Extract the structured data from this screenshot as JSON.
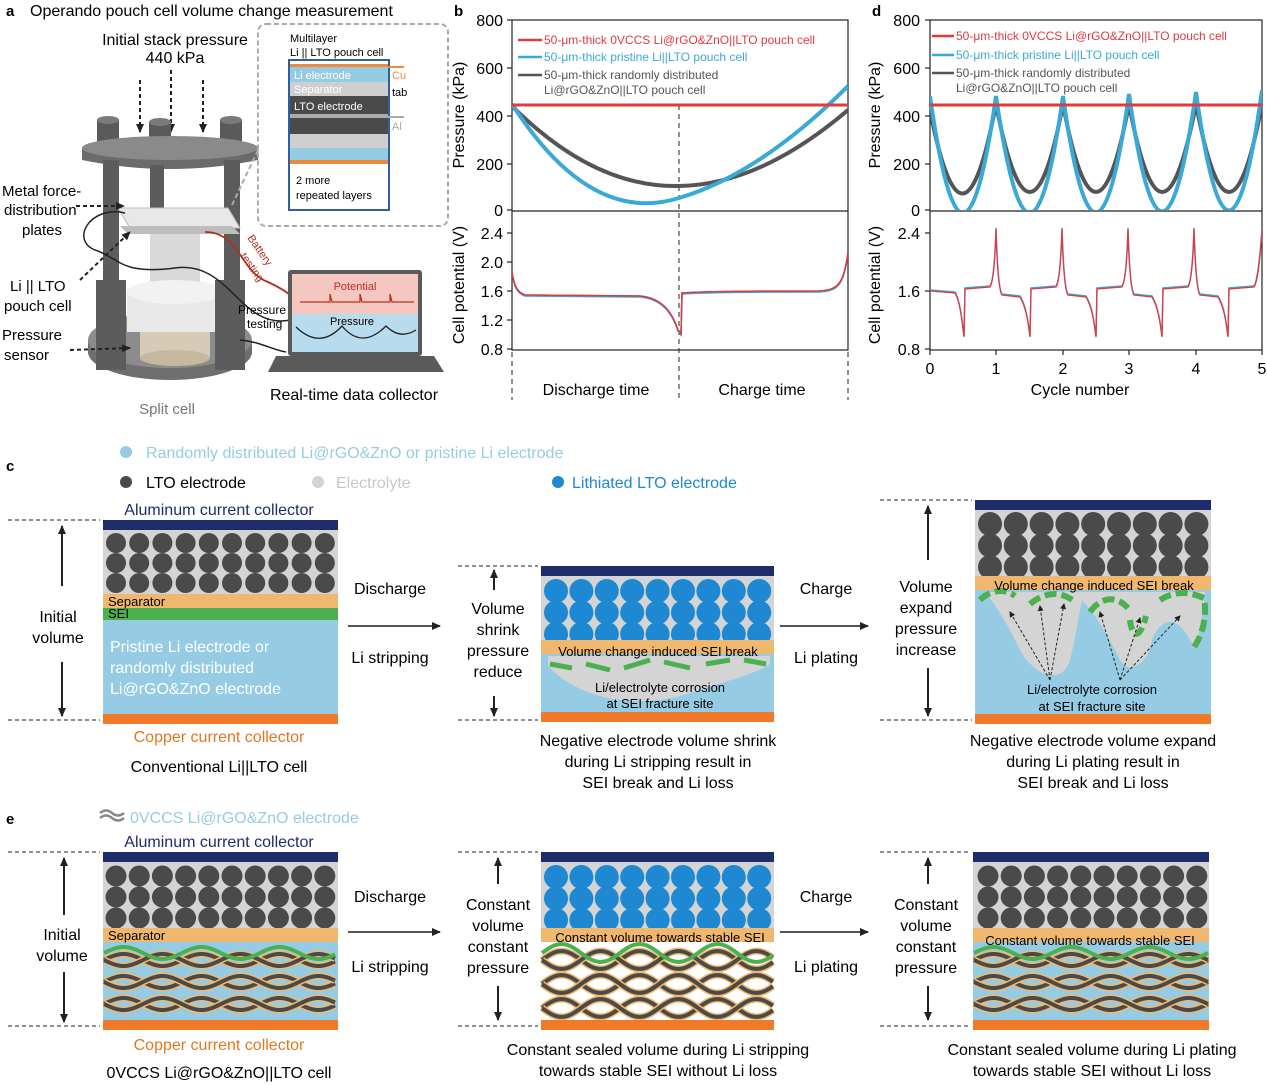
{
  "panel_a": {
    "letter": "a",
    "title": "Operando pouch cell volume change measurement",
    "stack_pressure_label": "Initial stack pressure",
    "stack_pressure_value": "440 kPa",
    "plates_label": [
      "Metal force-",
      "distribution",
      "plates"
    ],
    "pouch_label": [
      "Li || LTO",
      "pouch cell"
    ],
    "sensor_label": [
      "Pressure",
      "sensor"
    ],
    "split_cell_label": "Split cell",
    "inset_title": [
      "Multilayer",
      "Li || LTO pouch cell"
    ],
    "inset_li": "Li electrode",
    "inset_separator": "Separator",
    "inset_lto": "LTO electrode",
    "inset_cu": "Cu",
    "inset_tab": "tab",
    "inset_al": "Al",
    "inset_more": [
      "2 more",
      "repeated layers"
    ],
    "battery_testing": [
      "Battery",
      "testing"
    ],
    "pressure_testing": [
      "Pressure",
      "testing"
    ],
    "laptop_potential": "Potential",
    "laptop_pressure": "Pressure",
    "collector_label": "Real-time data collector"
  },
  "panel_b": {
    "letter": "b",
    "legend": [
      "50-μm-thick 0VCCS Li@rGO&ZnO||LTO pouch cell",
      "50-μm-thick pristine Li||LTO pouch cell",
      "50-μm-thick randomly distributed",
      "Li@rGO&ZnO||LTO pouch cell"
    ],
    "ylabel_top": "Pressure (kPa)",
    "ylabel_bottom": "Cell potential (V)",
    "yticks_top": [
      "800",
      "600",
      "400",
      "200",
      "0"
    ],
    "yticks_bottom": [
      "2.4",
      "2.0",
      "1.6",
      "1.2",
      "0.8"
    ],
    "xlabel_left": "Discharge time",
    "xlabel_right": "Charge time"
  },
  "panel_d": {
    "letter": "d",
    "legend": [
      "50-μm-thick 0VCCS Li@rGO&ZnO||LTO pouch cell",
      "50-μm-thick pristine Li||LTO pouch cell",
      "50-μm-thick randomly distributed",
      "Li@rGO&ZnO||LTO pouch cell"
    ],
    "ylabel_top": "Pressure (kPa)",
    "ylabel_bottom": "Cell potential (V)",
    "yticks_top": [
      "800",
      "600",
      "400",
      "200",
      "0"
    ],
    "yticks_bottom": [
      "2.4",
      "1.6",
      "0.8"
    ],
    "xticks": [
      "0",
      "1",
      "2",
      "3",
      "4",
      "5"
    ],
    "xlabel": "Cycle number"
  },
  "panel_c": {
    "letter": "c",
    "legend_li": "Randomly distributed Li@rGO&ZnO or pristine Li electrode",
    "legend_lto": "LTO electrode",
    "legend_electrolyte": "Electrolyte",
    "legend_lithiated": "Lithiated LTO electrode",
    "al_collector": "Aluminum current collector",
    "cu_collector": "Copper current collector",
    "separator": "Separator",
    "sei": "SEI",
    "li_text": [
      "Pristine Li electrode or",
      "randomly distributed",
      "Li@rGO&ZnO electrode"
    ],
    "initial_volume": [
      "Initial",
      "volume"
    ],
    "cell_name": "Conventional Li||LTO cell",
    "discharge": "Discharge",
    "li_stripping": "Li stripping",
    "charge": "Charge",
    "li_plating": "Li plating",
    "shrink_label": [
      "Volume",
      "shrink",
      "pressure",
      "reduce"
    ],
    "expand_label": [
      "Volume",
      "expand",
      "pressure",
      "increase"
    ],
    "sei_break": "Volume change induced SEI break",
    "corrosion": [
      "Li/electrolyte corrosion",
      "at SEI fracture site"
    ],
    "caption_mid": [
      "Negative electrode volume shrink",
      "during Li stripping result in",
      "SEI break and Li loss"
    ],
    "caption_right": [
      "Negative electrode volume expand",
      "during Li plating result in",
      "SEI break and Li loss"
    ]
  },
  "panel_e": {
    "letter": "e",
    "legend_vccs": "0VCCS Li@rGO&ZnO electrode",
    "al_collector": "Aluminum current collector",
    "cu_collector": "Copper current collector",
    "separator": "Separator",
    "initial_volume": [
      "Initial",
      "volume"
    ],
    "cell_name": "0VCCS Li@rGO&ZnO||LTO cell",
    "discharge": "Discharge",
    "li_stripping": "Li stripping",
    "charge": "Charge",
    "li_plating": "Li plating",
    "constant_label": [
      "Constant",
      "volume",
      "constant",
      "pressure"
    ],
    "stable_sei": "Constant volume towards stable SEI",
    "caption_mid": [
      "Constant sealed volume during Li stripping",
      "towards stable SEI without Li loss"
    ],
    "caption_right": [
      "Constant sealed volume during Li plating",
      "towards stable SEI without Li loss"
    ]
  },
  "colors": {
    "red": "#e03a3e",
    "blue": "#3aa9d6",
    "gray": "#555555",
    "li_blue": "#96cce3",
    "lto_gray": "#4a4a4a",
    "electrolyte": "#d4d4d4",
    "separator": "#f0b86e",
    "sei_green": "#4cb050",
    "al_navy": "#1f2c6b",
    "cu_orange": "#f07a2a",
    "lithiated": "#1e88d2"
  }
}
